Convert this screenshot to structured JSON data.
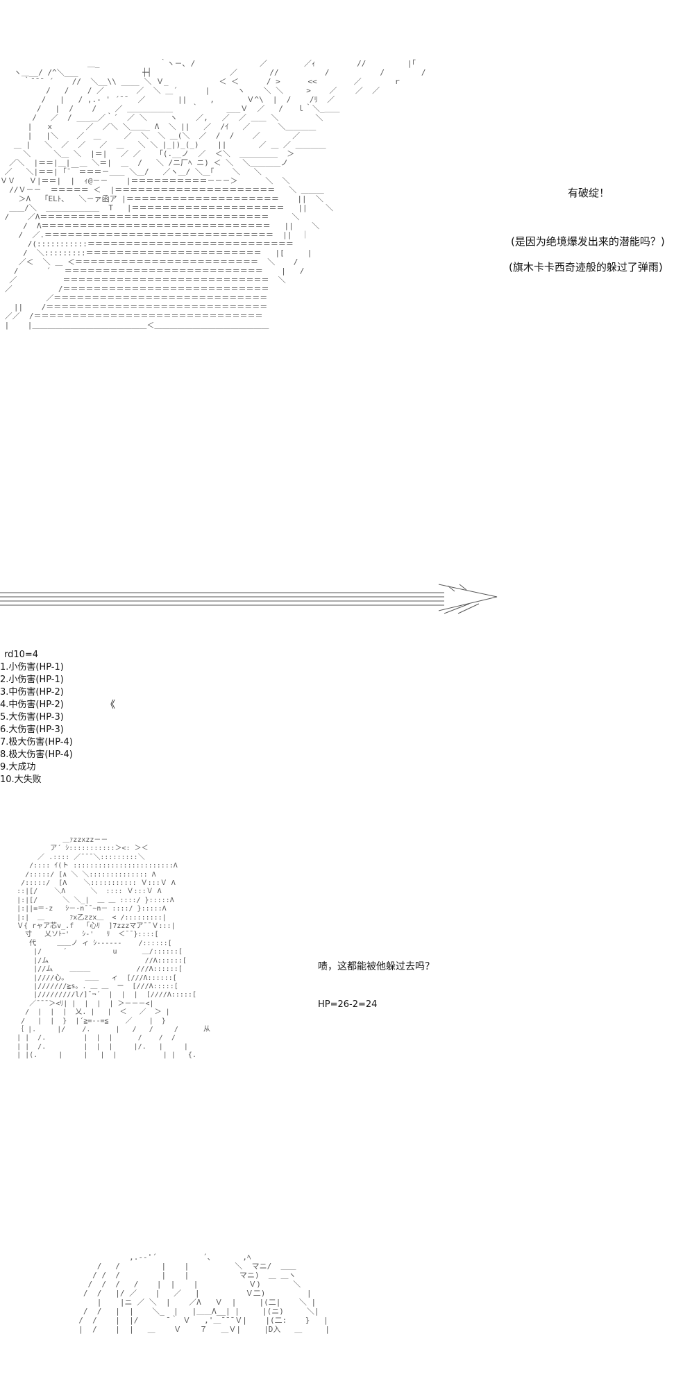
{
  "scene1": {
    "line1": "有破绽！",
    "line2": "(是因为绝境爆发出来的潜能吗？)",
    "line3": "(旗木卡卡西奇迹般的躲过了弹雨)"
  },
  "roll": {
    "header": "rd10=4",
    "items": [
      "1.小伤害(HP-1)",
      "2.小伤害(HP-1)",
      "3.中伤害(HP-2)",
      "4.中伤害(HP-2)",
      "5.大伤害(HP-3)",
      "6.大伤害(HP-3)",
      "7.极大伤害(HP-4)",
      "8.极大伤害(HP-4)",
      "9.大成功",
      "10.大失败"
    ],
    "marker": "《"
  },
  "scene2": {
    "dialog": "啧，这都能被他躲过去吗？",
    "hp": "HP=26-2=24"
  }
}
